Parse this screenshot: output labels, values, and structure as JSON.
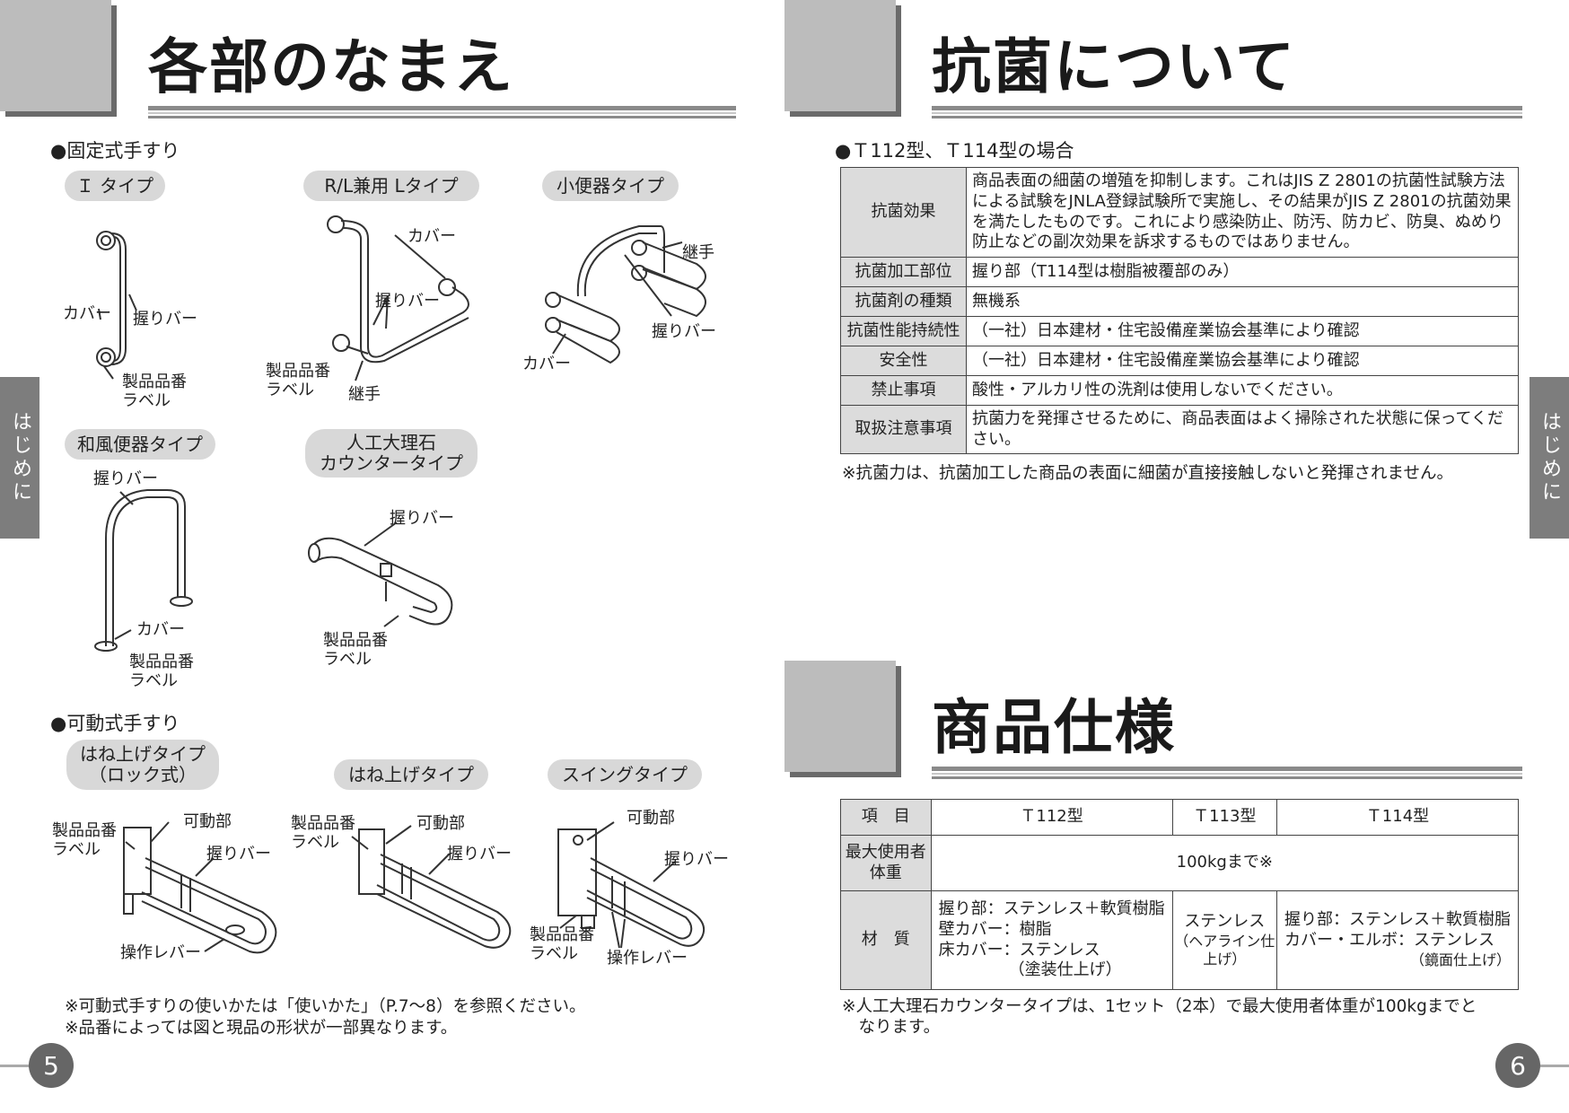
{
  "left": {
    "title": "各部のなまえ",
    "fixed_heading": "●固定式手すり",
    "types": {
      "i": "Ｉ タイプ",
      "rl": "R/L兼用 Lタイプ",
      "urinal": "小便器タイプ",
      "washiki": "和風便器タイプ",
      "counter": "人工大理石\nカウンタータイプ"
    },
    "movable_heading": "●可動式手すり",
    "movable_types": {
      "lock": "はね上げタイプ\n（ロック式）",
      "hane": "はね上げタイプ",
      "swing": "スイングタイプ"
    },
    "labels": {
      "cover": "カバー",
      "grip_bar": "握りバー",
      "product_label": "製品品番\nラベル",
      "joint": "継手",
      "movable_part": "可動部",
      "lever": "操作レバー"
    },
    "notes": [
      "※可動式手すりの使いかたは「使いかた」（P.7～8）を参照ください。",
      "※品番によっては図と現品の形状が一部異なります。"
    ],
    "side_tab": "はじめに",
    "page": "5"
  },
  "right": {
    "title": "抗菌について",
    "heading": "●Ｔ112型、Ｔ114型の場合",
    "rows": [
      {
        "h": "抗菌効果",
        "v": "商品表面の細菌の増殖を抑制します。これはJIS Z 2801の抗菌性試験方法による試験をJNLA登録試験所で実施し、その結果がJIS Z 2801の抗菌効果を満たしたものです。これにより感染防止、防汚、防カビ、防臭、ぬめり防止などの副次効果を訴求するものではありません。"
      },
      {
        "h": "抗菌加工部位",
        "v": "握り部（T114型は樹脂被覆部のみ）"
      },
      {
        "h": "抗菌剤の種類",
        "v": "無機系"
      },
      {
        "h": "抗菌性能持続性",
        "v": "（一社）日本建材・住宅設備産業協会基準により確認"
      },
      {
        "h": "安全性",
        "v": "（一社）日本建材・住宅設備産業協会基準により確認"
      },
      {
        "h": "禁止事項",
        "v": "酸性・アルカリ性の洗剤は使用しないでください。"
      },
      {
        "h": "取扱注意事項",
        "v": "抗菌力を発揮させるために、商品表面はよく掃除された状態に保ってください。"
      }
    ],
    "note": "※抗菌力は、抗菌加工した商品の表面に細菌が直接接触しないと発揮されません。",
    "spec_title": "商品仕様",
    "spec": {
      "h_item": "項　目",
      "h_t112": "Ｔ112型",
      "h_t113": "Ｔ113型",
      "h_t114": "Ｔ114型",
      "weight_label": "最大使用者\n体重",
      "weight_value": "100kgまで※",
      "material_label": "材　質",
      "t112_mat": "握り部：ステンレス＋軟質樹脂\n壁カバー：樹脂\n床カバー：ステンレス",
      "t112_finish": "（塗装仕上げ）",
      "t113_mat": "ステンレス",
      "t113_finish": "（ヘアライン仕上げ）",
      "t114_mat": "握り部：ステンレス＋軟質樹脂\nカバー・エルボ：ステンレス",
      "t114_finish": "（鏡面仕上げ）"
    },
    "spec_note": "※人工大理石カウンタータイプは、1セット（2本）で最大使用者体重が100kgまでと\n　なります。",
    "side_tab": "はじめに",
    "page": "6"
  }
}
